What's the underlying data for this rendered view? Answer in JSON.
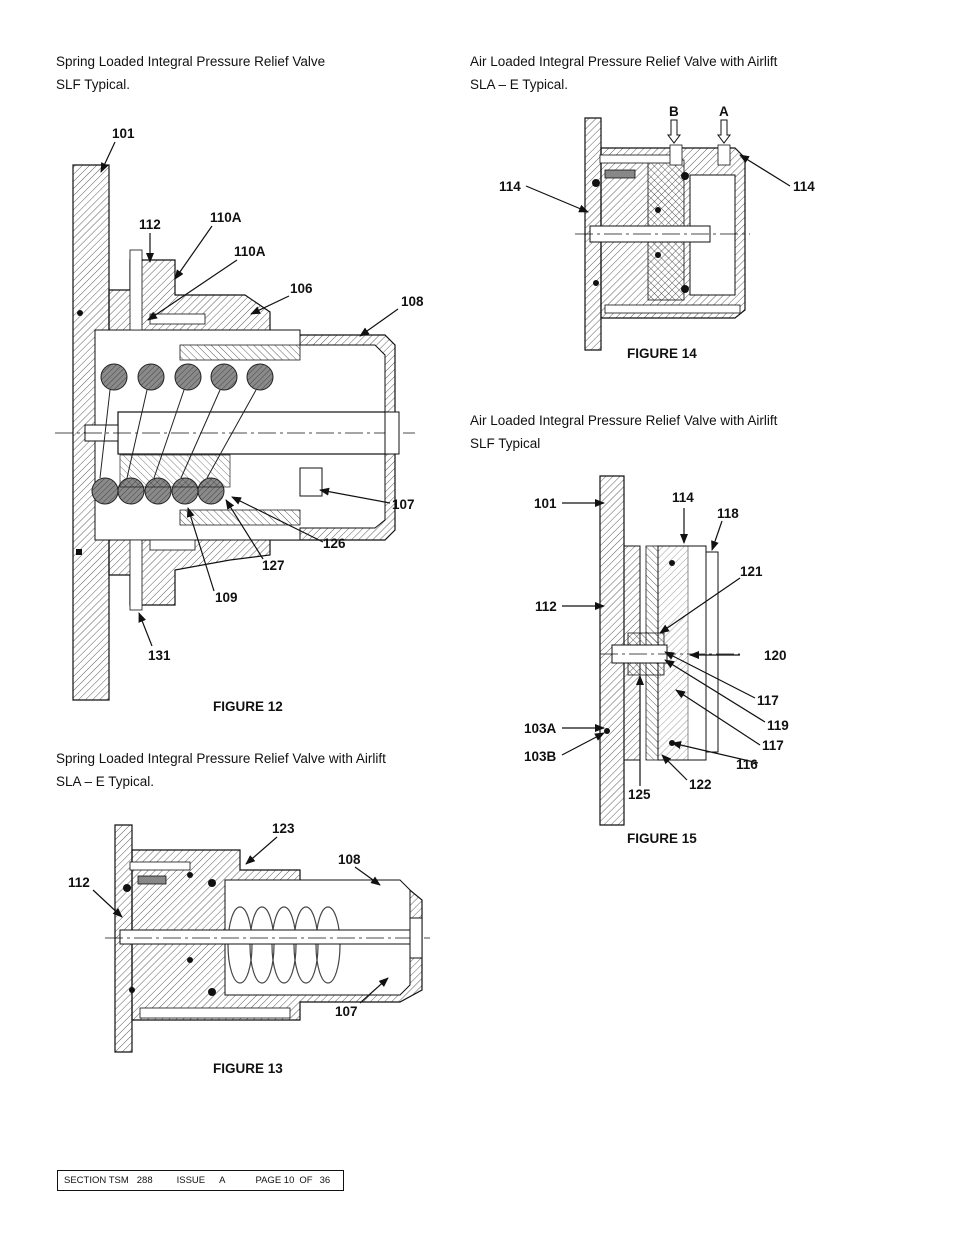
{
  "captions": {
    "fig12": {
      "line1": "Spring Loaded Integral Pressure Relief Valve",
      "line2": "SLF Typical."
    },
    "fig14": {
      "line1": "Air Loaded Integral Pressure Relief Valve with Airlift",
      "line2": "SLA – E Typical."
    },
    "fig15": {
      "line1": "Air Loaded Integral Pressure Relief Valve with Airlift",
      "line2": "SLF Typical"
    },
    "fig13": {
      "line1": "Spring Loaded Integral Pressure Relief Valve with Airlift",
      "line2": "SLA – E Typical."
    }
  },
  "figure_titles": {
    "fig12": "FIGURE 12",
    "fig13": "FIGURE 13",
    "fig14": "FIGURE 14",
    "fig15": "FIGURE 15"
  },
  "callouts": {
    "fig12": [
      "101",
      "112",
      "110A",
      "110A",
      "106",
      "108",
      "107",
      "126",
      "127",
      "109",
      "131"
    ],
    "fig13": [
      "123",
      "108",
      "112",
      "107"
    ],
    "fig14": [
      "B",
      "A",
      "114",
      "114"
    ],
    "fig15": [
      "101",
      "114",
      "118",
      "121",
      "112",
      "120",
      "117",
      "119",
      "117",
      "103A",
      "103B",
      "116",
      "122",
      "125"
    ]
  },
  "footer": {
    "section_label": "SECTION TSM",
    "section_value": "288",
    "issue_label": "ISSUE",
    "issue_value": "A",
    "page_label": "PAGE 10",
    "of_label": "OF",
    "total_pages": "36"
  }
}
